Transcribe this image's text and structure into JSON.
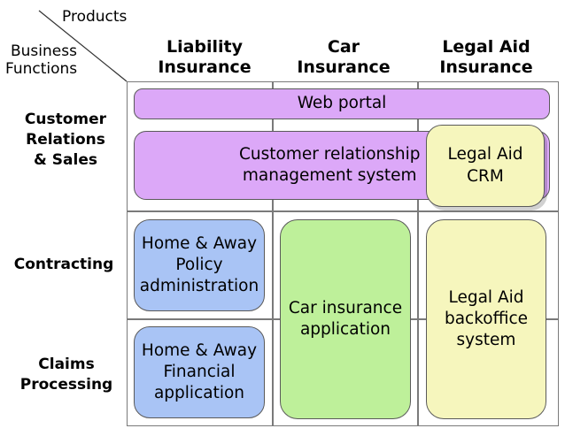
{
  "corner": {
    "products": "Products",
    "business_functions_line1": "Business",
    "business_functions_line2": "Functions"
  },
  "columns": [
    {
      "line1": "Liability",
      "line2": "Insurance"
    },
    {
      "line1": "Car",
      "line2": "Insurance"
    },
    {
      "line1": "Legal Aid",
      "line2": "Insurance"
    }
  ],
  "rows": [
    {
      "line1": "Customer",
      "line2": "Relations",
      "line3": "& Sales"
    },
    {
      "line1": "Contracting"
    },
    {
      "line1": "Claims",
      "line2": "Processing"
    }
  ],
  "systems": {
    "web_portal": "Web portal",
    "crm_line1": "Customer relationship",
    "crm_line2": "management system",
    "legal_aid_crm_line1": "Legal Aid",
    "legal_aid_crm_line2": "CRM",
    "home_away_policy_line1": "Home & Away",
    "home_away_policy_line2": "Policy",
    "home_away_policy_line3": "administration",
    "car_app_line1": "Car insurance",
    "car_app_line2": "application",
    "legal_aid_backoffice_line1": "Legal Aid",
    "legal_aid_backoffice_line2": "backoffice",
    "legal_aid_backoffice_line3": "system",
    "home_away_financial_line1": "Home & Away",
    "home_away_financial_line2": "Financial",
    "home_away_financial_line3": "application"
  },
  "colors": {
    "purple": "#dca8f8",
    "blue": "#a9c4f5",
    "green": "#bef09a",
    "yellow": "#f6f6bd"
  }
}
